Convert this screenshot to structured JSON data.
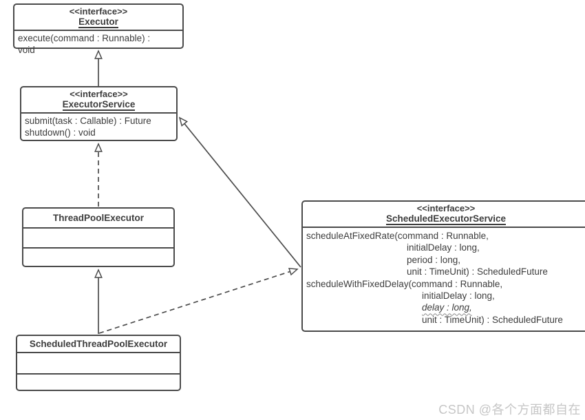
{
  "classes": {
    "executor": {
      "stereotype": "<<interface>>",
      "name": "Executor",
      "method_lines": [
        "execute(command : Runnable) :",
        "void"
      ]
    },
    "executor_service": {
      "stereotype": "<<interface>>",
      "name": "ExecutorService",
      "method_lines": [
        "submit(task : Callable) : Future",
        "shutdown() : void"
      ]
    },
    "thread_pool_executor": {
      "name": "ThreadPoolExecutor",
      "method_lines": []
    },
    "scheduled_thread_pool_executor": {
      "name": "ScheduledThreadPoolExecutor",
      "method_lines": []
    },
    "scheduled_executor_service": {
      "stereotype": "<<interface>>",
      "name": "ScheduledExecutorService",
      "method_lines": [
        "scheduleAtFixedRate(command : Runnable,",
        "initialDelay : long,",
        "period : long,",
        "unit : TimeUnit) : ScheduledFuture",
        "scheduleWithFixedDelay(command : Runnable,",
        "initialDelay : long,",
        "delay : long,",
        "unit : TimeUnit) : ScheduledFuture"
      ]
    }
  },
  "relations": [
    {
      "from": "ExecutorService",
      "to": "Executor",
      "type": "generalization",
      "line": "solid"
    },
    {
      "from": "ThreadPoolExecutor",
      "to": "ExecutorService",
      "type": "realization",
      "line": "dashed"
    },
    {
      "from": "ScheduledThreadPoolExecutor",
      "to": "ThreadPoolExecutor",
      "type": "generalization",
      "line": "solid"
    },
    {
      "from": "ScheduledExecutorService",
      "to": "ExecutorService",
      "type": "generalization",
      "line": "solid"
    },
    {
      "from": "ScheduledThreadPoolExecutor",
      "to": "ScheduledExecutorService",
      "type": "realization",
      "line": "dashed"
    }
  ],
  "watermark": "CSDN @各个方面都自在",
  "colors": {
    "line": "#4a4a4a",
    "text": "#3c3c3c",
    "watermark": "#c6c6c6",
    "background": "#ffffff"
  }
}
